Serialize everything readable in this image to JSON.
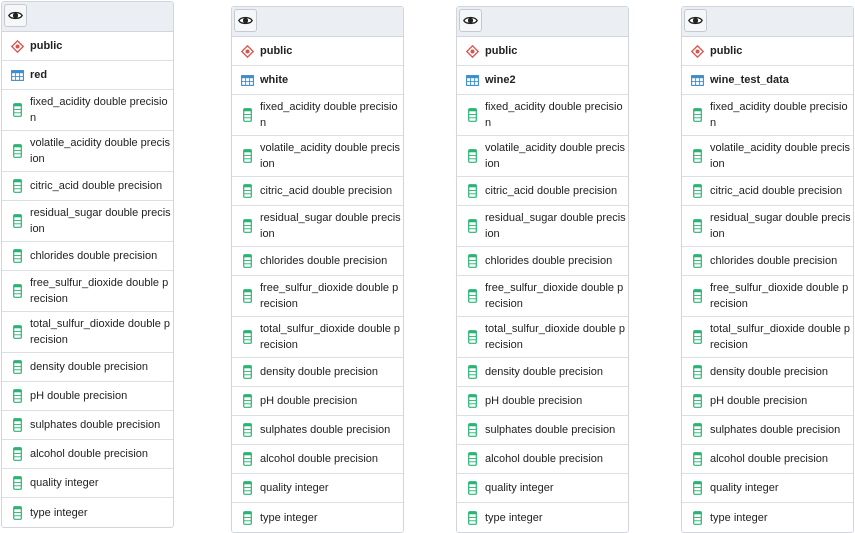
{
  "colors": {
    "schema_icon": "#d9534f",
    "table_icon": "#3b8fd1",
    "column_icon": "#29b473",
    "header_bg": "#ebeef3",
    "border": "#d2d6dc"
  },
  "icons": {
    "toggle": "eye-icon",
    "schema": "schema-diamond-icon",
    "table": "table-icon",
    "column": "column-icon"
  },
  "tables": [
    {
      "schema": "public",
      "name": "red",
      "columns": [
        {
          "label": "fixed_acidity double precision"
        },
        {
          "label": "volatile_acidity double precision"
        },
        {
          "label": "citric_acid double precision"
        },
        {
          "label": "residual_sugar double precision"
        },
        {
          "label": "chlorides double precision"
        },
        {
          "label": "free_sulfur_dioxide double precision"
        },
        {
          "label": "total_sulfur_dioxide double precision"
        },
        {
          "label": "density double precision"
        },
        {
          "label": "pH double precision"
        },
        {
          "label": "sulphates double precision"
        },
        {
          "label": "alcohol double precision"
        },
        {
          "label": "quality integer"
        },
        {
          "label": "type integer"
        }
      ]
    },
    {
      "schema": "public",
      "name": "white",
      "columns": [
        {
          "label": "fixed_acidity double precision"
        },
        {
          "label": "volatile_acidity double precision"
        },
        {
          "label": "citric_acid double precision"
        },
        {
          "label": "residual_sugar double precision"
        },
        {
          "label": "chlorides double precision"
        },
        {
          "label": "free_sulfur_dioxide double precision"
        },
        {
          "label": "total_sulfur_dioxide double precision"
        },
        {
          "label": "density double precision"
        },
        {
          "label": "pH double precision"
        },
        {
          "label": "sulphates double precision"
        },
        {
          "label": "alcohol double precision"
        },
        {
          "label": "quality integer"
        },
        {
          "label": "type integer"
        }
      ]
    },
    {
      "schema": "public",
      "name": "wine2",
      "columns": [
        {
          "label": "fixed_acidity double precision"
        },
        {
          "label": "volatile_acidity double precision"
        },
        {
          "label": "citric_acid double precision"
        },
        {
          "label": "residual_sugar double precision"
        },
        {
          "label": "chlorides double precision"
        },
        {
          "label": "free_sulfur_dioxide double precision"
        },
        {
          "label": "total_sulfur_dioxide double precision"
        },
        {
          "label": "density double precision"
        },
        {
          "label": "pH double precision"
        },
        {
          "label": "sulphates double precision"
        },
        {
          "label": "alcohol double precision"
        },
        {
          "label": "quality integer"
        },
        {
          "label": "type integer"
        }
      ]
    },
    {
      "schema": "public",
      "name": "wine_test_data",
      "columns": [
        {
          "label": "fixed_acidity double precision"
        },
        {
          "label": "volatile_acidity double precision"
        },
        {
          "label": "citric_acid double precision"
        },
        {
          "label": "residual_sugar double precision"
        },
        {
          "label": "chlorides double precision"
        },
        {
          "label": "free_sulfur_dioxide double precision"
        },
        {
          "label": "total_sulfur_dioxide double precision"
        },
        {
          "label": "density double precision"
        },
        {
          "label": "pH double precision"
        },
        {
          "label": "sulphates double precision"
        },
        {
          "label": "alcohol double precision"
        },
        {
          "label": "quality integer"
        },
        {
          "label": "type integer"
        }
      ]
    }
  ]
}
